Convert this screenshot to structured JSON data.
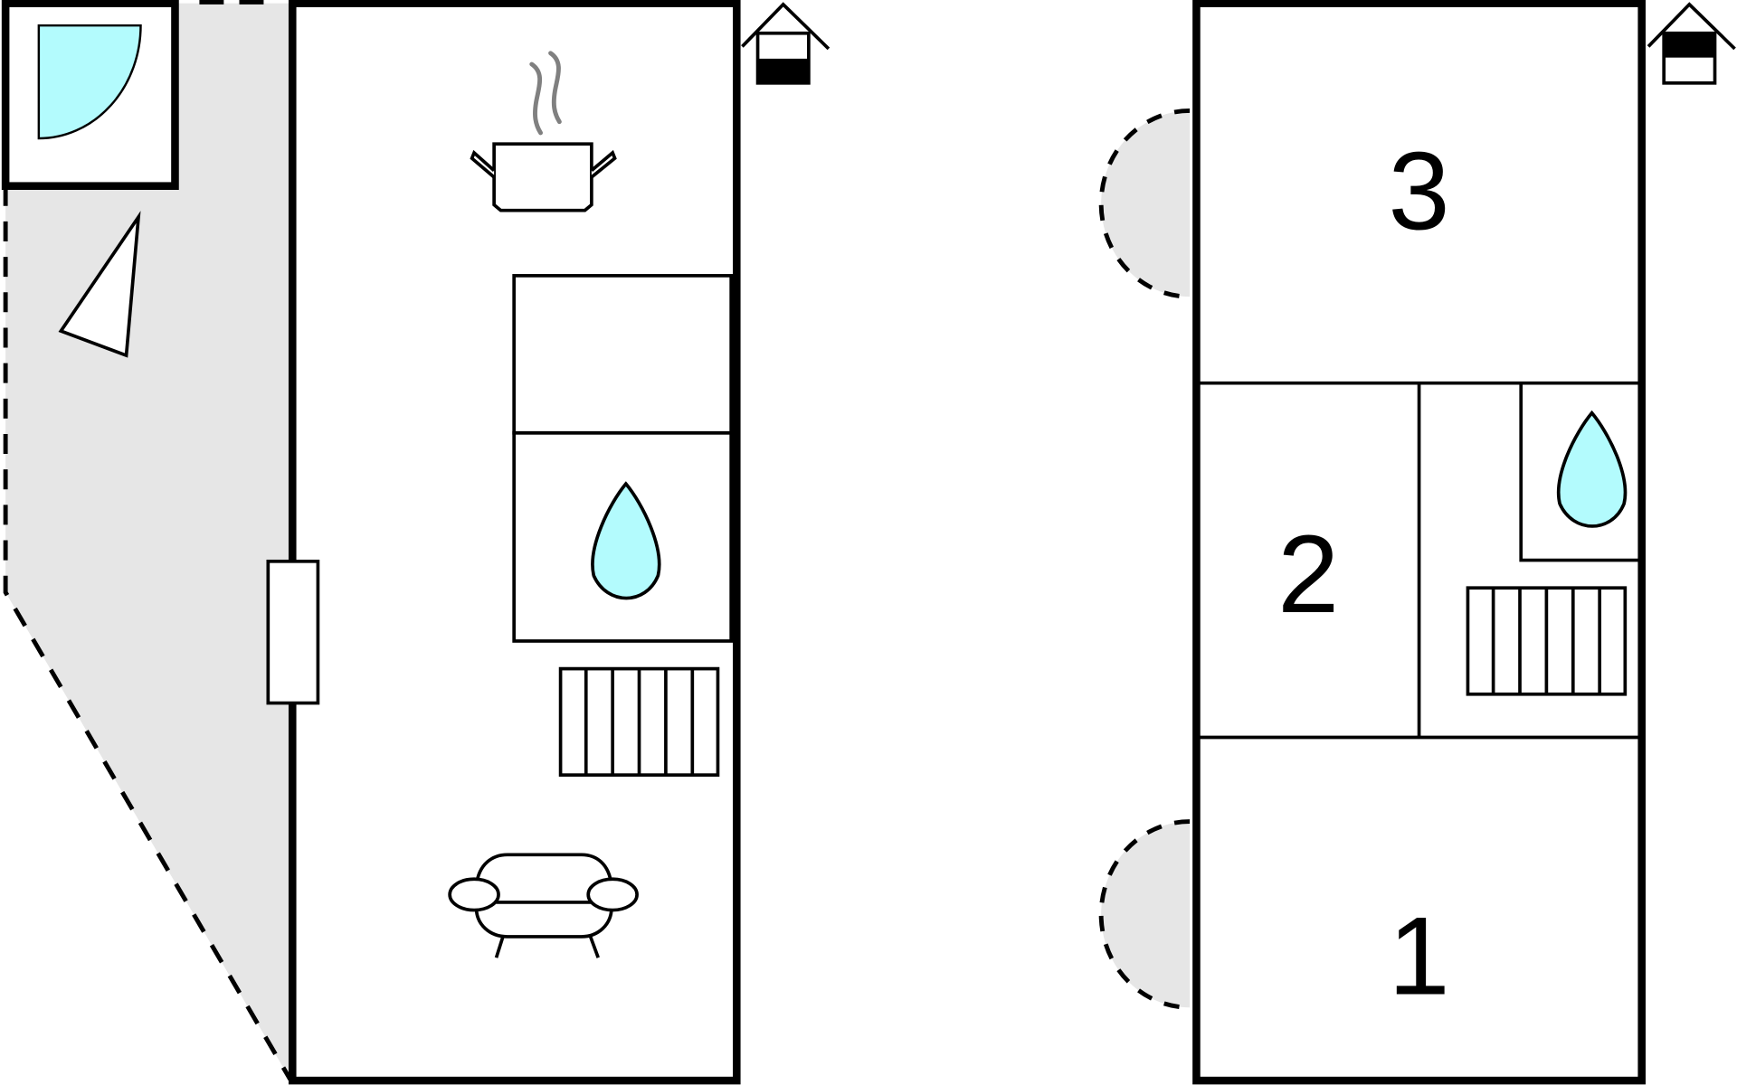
{
  "floorplan": {
    "colors": {
      "water": "#b3fbfd",
      "outdoor": "#e6e6e6",
      "wall": "#000000",
      "steam": "#808080"
    },
    "rooms": [
      {
        "label": "3"
      },
      {
        "label": "2"
      },
      {
        "label": "1"
      }
    ]
  }
}
